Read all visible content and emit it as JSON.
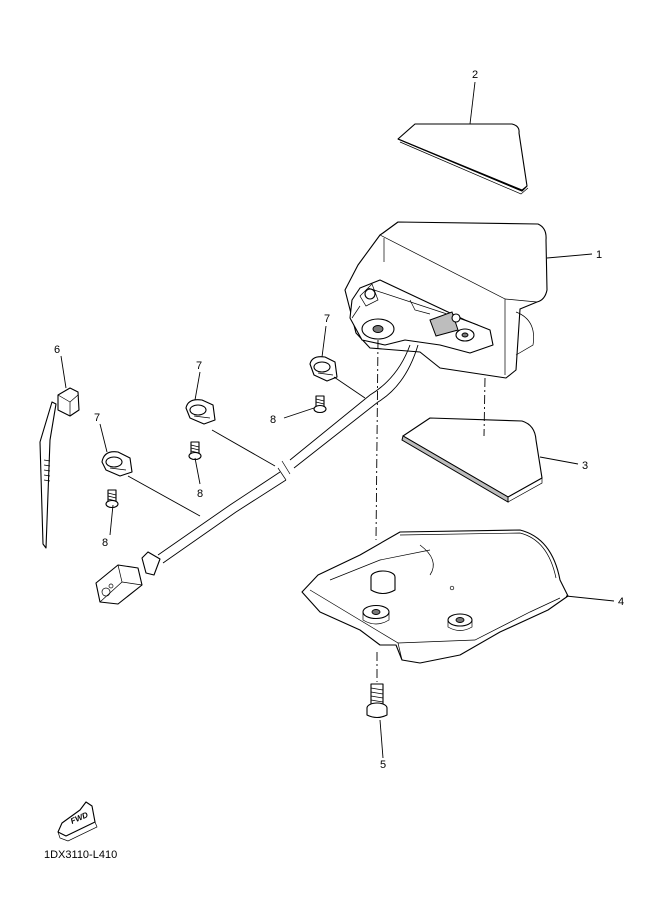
{
  "callouts": [
    "1",
    "2",
    "3",
    "4",
    "5",
    "6",
    "7",
    "7",
    "7",
    "8",
    "8",
    "8"
  ],
  "fwd_label": "FWD",
  "figure_ref": "1DX3110-L410"
}
